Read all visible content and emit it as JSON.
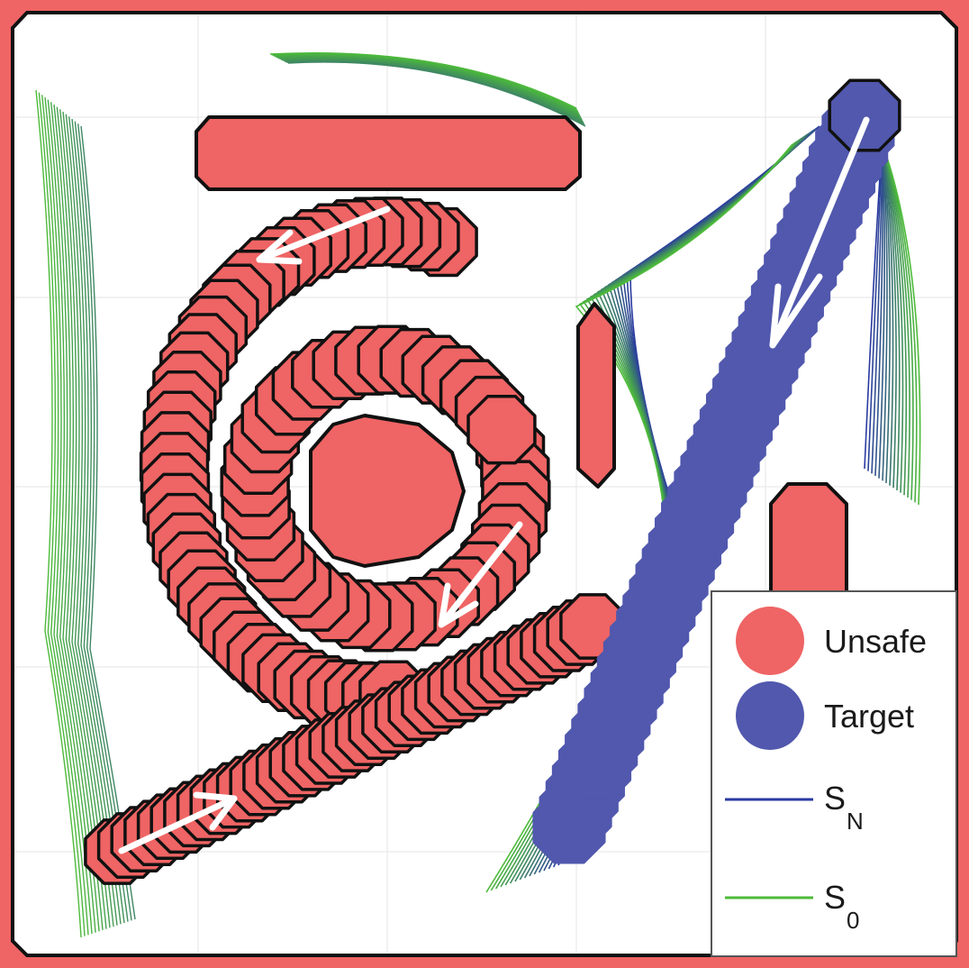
{
  "colors": {
    "unsafe": "#ef6464",
    "target": "#5158ad",
    "contour_near_target": "#2a3aa0",
    "contour_near_unsafe": "#4dbb3a",
    "outline": "#111111",
    "arrow": "#ffffff"
  },
  "legend": {
    "unsafe_label": "Unsafe",
    "target_label": "Target",
    "sn_label": "S",
    "sn_sub": "N",
    "s0_label": "S",
    "s0_sub": "0"
  },
  "contour_levels": 16
}
